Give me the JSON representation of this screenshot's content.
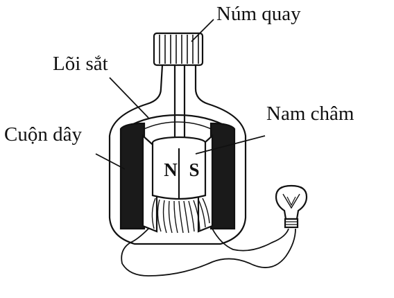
{
  "labels": {
    "knob": "Núm quay",
    "core": "Lõi sắt",
    "magnet": "Nam châm",
    "coil": "Cuộn dây"
  },
  "poles": {
    "north": "N",
    "south": "S"
  },
  "colors": {
    "ink": "#111111",
    "coil": "#1a1a1a",
    "background": "#ffffff"
  }
}
